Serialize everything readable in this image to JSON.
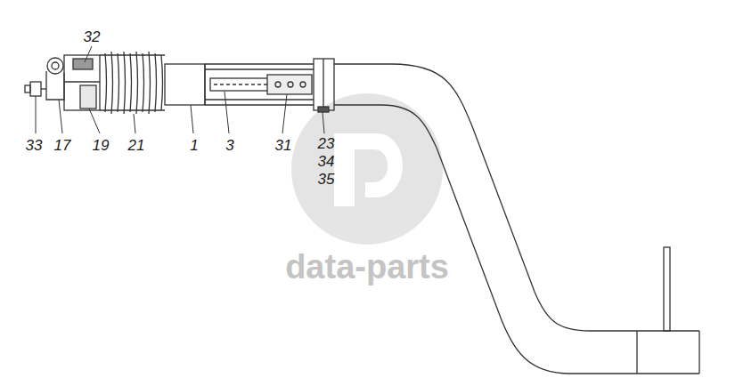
{
  "diagram": {
    "labels": [
      "32",
      "33",
      "17",
      "19",
      "21",
      "1",
      "3",
      "31",
      "23",
      "34",
      "35",
      "data-parts"
    ]
  }
}
